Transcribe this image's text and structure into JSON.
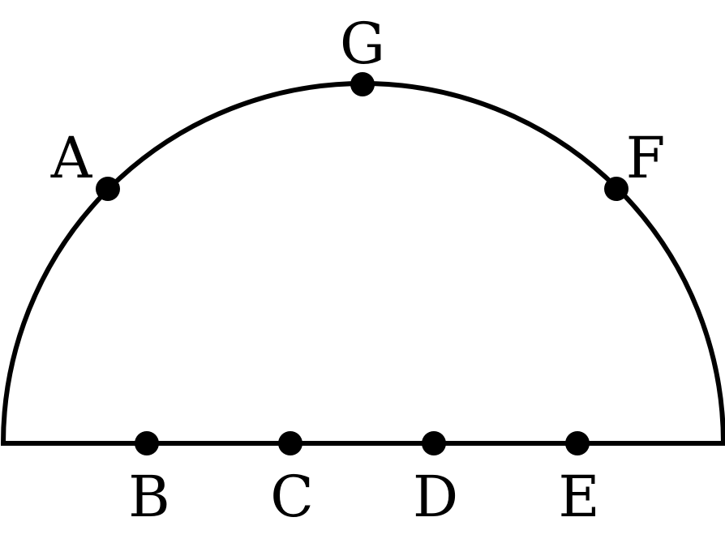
{
  "figure": {
    "shape": "semicircle",
    "points": {
      "A": "A",
      "B": "B",
      "C": "C",
      "D": "D",
      "E": "E",
      "F": "F",
      "G": "G"
    }
  }
}
